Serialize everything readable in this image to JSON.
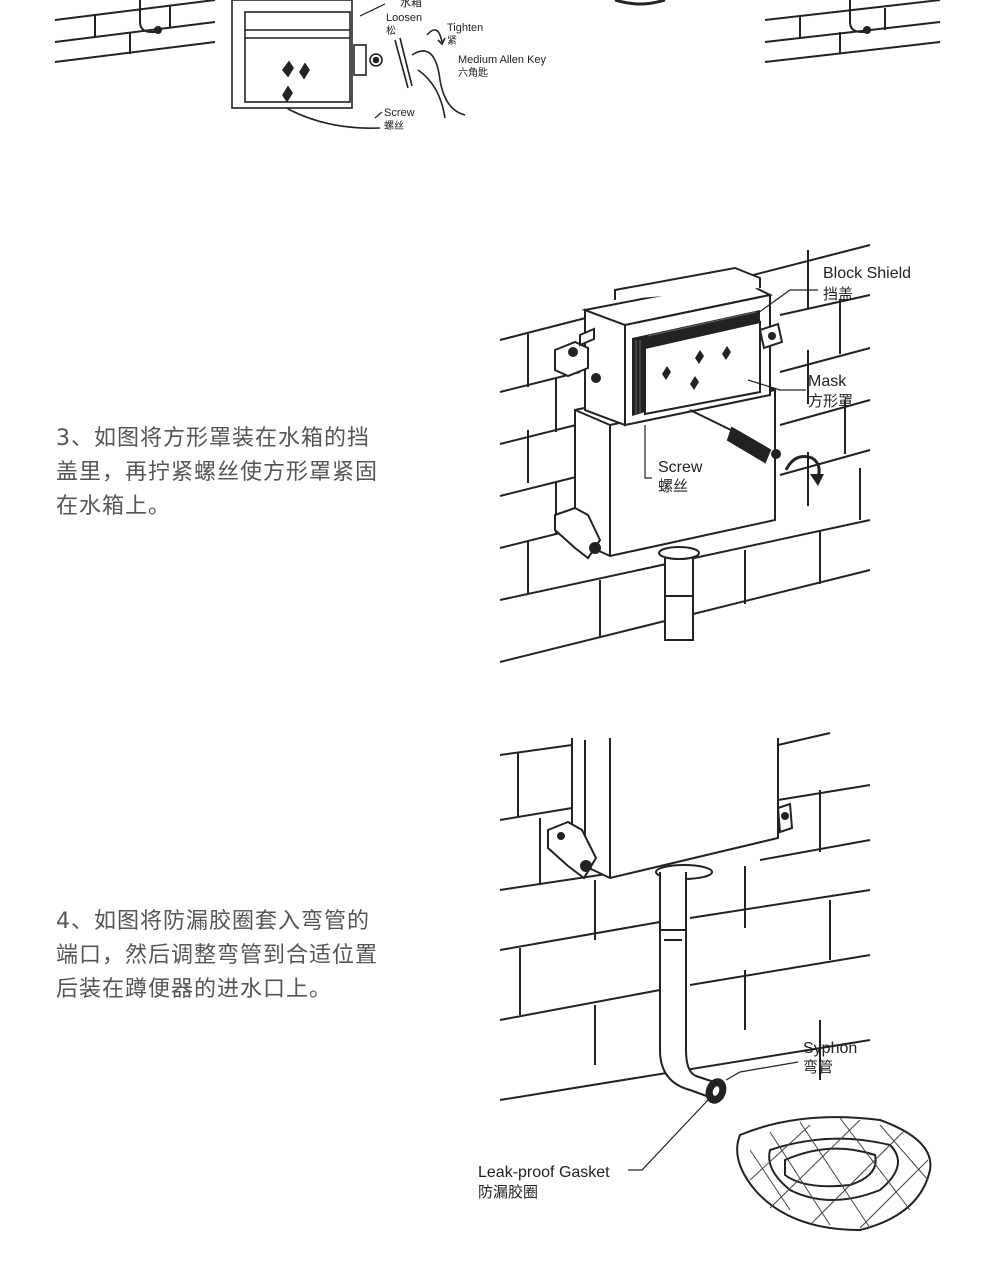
{
  "top_section": {
    "labels": {
      "tank_cn": "水箱",
      "loosen": "Loosen",
      "loosen_cn": "松",
      "tighten": "Tighten",
      "tighten_cn": "紧",
      "allen_key": "Medium Allen Key",
      "allen_key_cn": "六角匙",
      "screw": "Screw",
      "screw_cn": "螺丝"
    }
  },
  "step3": {
    "text_line1": "3、如图将方形罩装在水箱的挡",
    "text_line2": "盖里，再拧紧螺丝使方形罩紧固",
    "text_line3": "在水箱上。",
    "labels": {
      "block_shield": "Block Shield",
      "block_shield_cn": "挡盖",
      "mask": "Mask",
      "mask_cn": "方形罩",
      "screw": "Screw",
      "screw_cn": "螺丝"
    }
  },
  "step4": {
    "text_line1": "4、如图将防漏胶圈套入弯管的",
    "text_line2": "端口，然后调整弯管到合适位置",
    "text_line3": "后装在蹲便器的进水口上。",
    "labels": {
      "syphon": "Syphon",
      "syphon_cn": "弯管",
      "gasket": "Leak-proof Gasket",
      "gasket_cn": "防漏胶圈"
    }
  }
}
